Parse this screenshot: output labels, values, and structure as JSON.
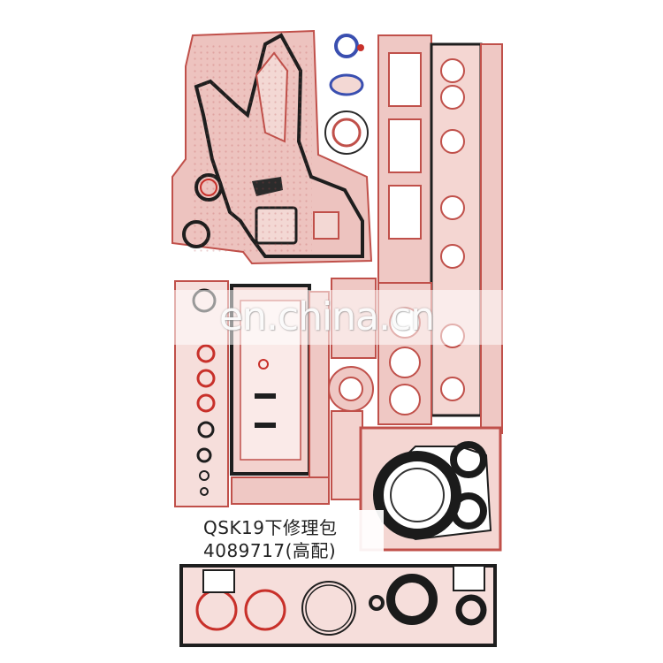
{
  "watermark": "en.china.cn",
  "label": {
    "line1": "QSK19下修理包",
    "line2": "4089717(高配)"
  },
  "colors": {
    "gasket_paper": "#e8b0ac",
    "gasket_edge": "#c0504a",
    "black_rubber": "#1b1b1b",
    "red_oring": "#c8302a",
    "blue_oring": "#3a4fb0"
  }
}
